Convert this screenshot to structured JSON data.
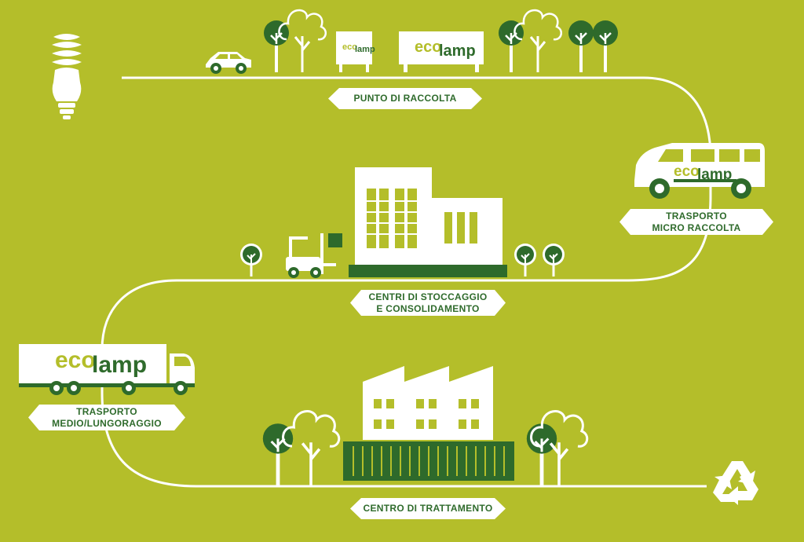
{
  "brand": {
    "logo_eco": "eco",
    "logo_lamp": "lamp",
    "eco_color": "#b4be2a",
    "lamp_color": "#2f6b2c"
  },
  "colors": {
    "background": "#b4be2a",
    "dark_green": "#2e6a2b",
    "white": "#ffffff"
  },
  "stages": {
    "collection_point": {
      "label": "PUNTO DI RACCOLTA"
    },
    "micro_transport": {
      "line1": "TRASPORTO",
      "line2": "MICRO RACCOLTA"
    },
    "storage": {
      "line1": "CENTRI DI STOCCAGGIO",
      "line2": "E CONSOLIDAMENTO"
    },
    "long_transport": {
      "line1": "TRASPORTO",
      "line2": "MEDIO/LUNGORAGGIO"
    },
    "treatment": {
      "label": "CENTRO DI TRATTAMENTO"
    }
  },
  "icons": {
    "start": "energy-saving-bulb-icon",
    "end": "recycle-icon"
  }
}
